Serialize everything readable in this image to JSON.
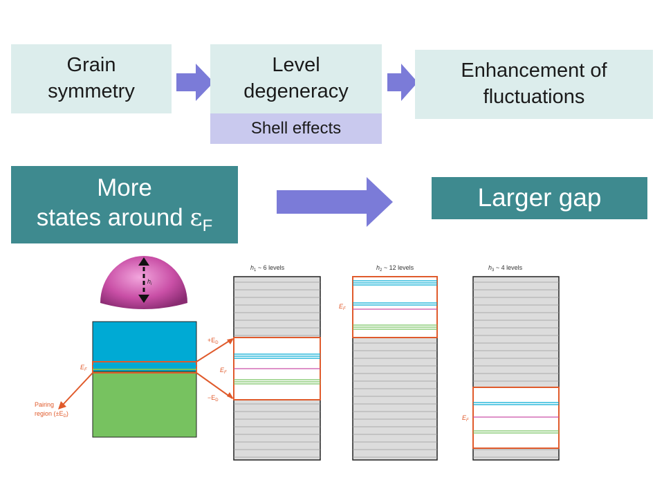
{
  "top_row": {
    "box1": {
      "line1": "Grain",
      "line2": "symmetry"
    },
    "box2": {
      "line1": "Level",
      "line2": "degeneracy",
      "sub": "Shell effects"
    },
    "box3": {
      "line1": "Enhancement of",
      "line2": "fluctuations"
    }
  },
  "middle_row": {
    "left": {
      "line1": "More",
      "line2": "states around ",
      "eps": "ε",
      "sub": "F"
    },
    "right": "Larger gap"
  },
  "figure": {
    "h_label": "h",
    "h_sub": "i",
    "ef_label": "E",
    "ef_sub": "F",
    "pairing_line1": "Pairing",
    "pairing_line2": "region (±E",
    "pairing_sub": "D",
    "pairing_close": ")",
    "plus_ed": "+E",
    "minus_ed": "−E",
    "ed_sub": "D",
    "col1": {
      "h": "h",
      "sub": "1",
      "text": " ~ 6 levels"
    },
    "col2": {
      "h": "h",
      "sub": "2",
      "text": " ~ 12 levels"
    },
    "col3": {
      "h": "h",
      "sub": "3",
      "text": " ~ 4 levels"
    }
  },
  "colors": {
    "light_box": "#dcedec",
    "lavender": "#c9c9ee",
    "teal": "#3e8a8f",
    "arrow": "#7b7bd8",
    "orange": "#e05a2b",
    "cyan": "#00aad4",
    "green": "#77c260",
    "magenta": "#c94fa6",
    "panel_gray": "#dcdcdc"
  }
}
